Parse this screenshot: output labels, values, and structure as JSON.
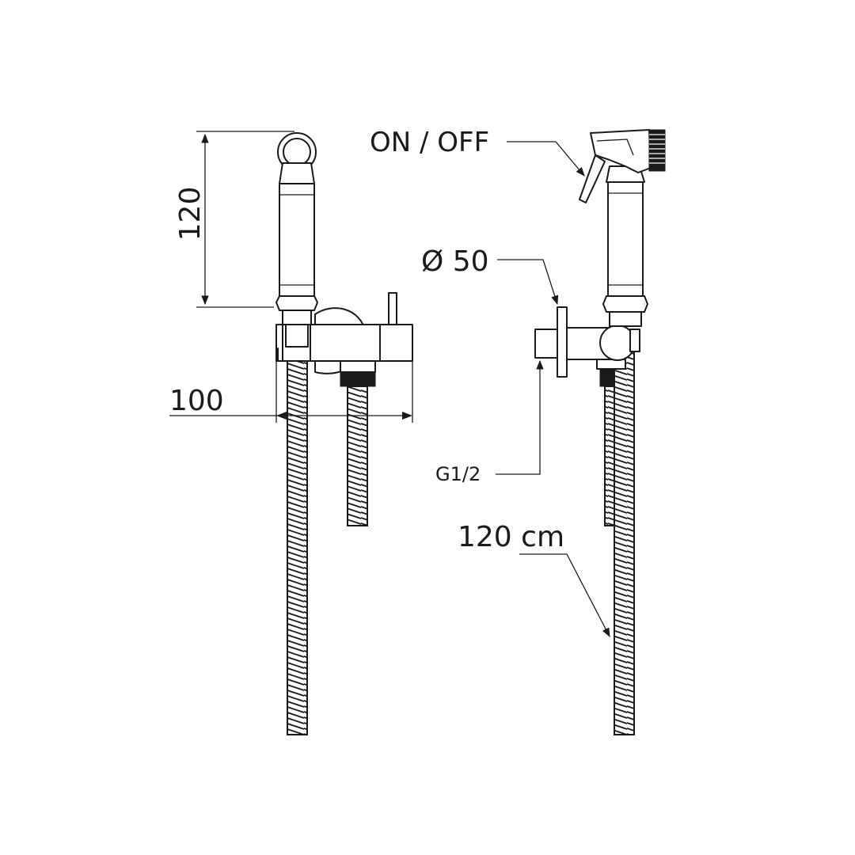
{
  "labels": {
    "height_dim": "120",
    "width_dim": "100",
    "switch": "ON / OFF",
    "flange_dia": "Ø 50",
    "thread": "G1/2",
    "hose_length": "120 cm"
  },
  "colors": {
    "ink": "#1a1a1a",
    "background": "#ffffff"
  }
}
